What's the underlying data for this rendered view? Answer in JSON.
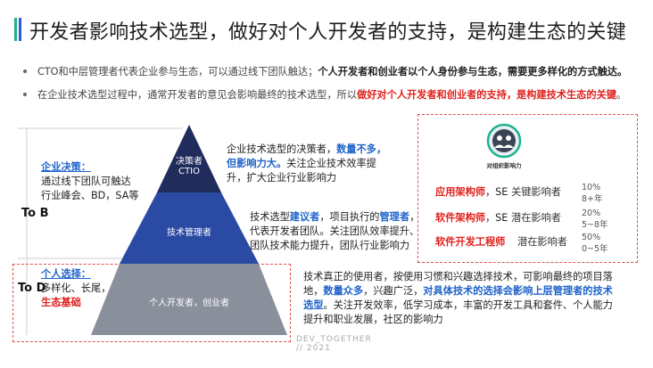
{
  "title": "开发者影响技术选型，做好对个人开发者的支持，是构建生态的关键",
  "bullets": [
    {
      "normal": "CTO和中层管理者代表企业参与生态，可以通过线下团队触达；",
      "bold": "个人开发者和创业者以个人身份参与生态，需要更多样化的方式触达。"
    },
    {
      "normal": "在企业技术选型过程中，通常开发者的意见会影响最终的技术选型，所以",
      "red": "做好对个人开发者和创业者的支持，是构建技术生态的关键",
      "end": "。"
    }
  ],
  "left": {
    "enterprise_title": "企业决策：",
    "enterprise_lines": [
      "通过线下团队可触达",
      "行业峰会、BD，SA等"
    ],
    "tob": "To B",
    "tod": "To D",
    "personal_title": "个人选择：",
    "personal_line": "多样化、长尾，",
    "personal_red": "生态基础"
  },
  "pyramid": {
    "top_line1": "决策者",
    "top_line2": "CTIO",
    "middle": "技术管理者",
    "bottom": "个人开发者，创业者"
  },
  "descriptions": {
    "top": {
      "p1": "企业技术选型的决策者，",
      "blue": "数量不多，",
      "blue2": "但影响力大。",
      "p2": "关注企业技术效率提",
      "p3": "升，扩大企业行业影响力"
    },
    "middle": {
      "p1": "技术选型",
      "blue1": "建议者",
      "p2": "，项目执行的",
      "blue2": "管理者",
      "p3": "，",
      "l2": "代表开发者团队。关注团队效率提升、",
      "l3": "团队技术能力提升，团队行业影响力"
    },
    "bottom": {
      "l1": "技术真正的使用者，按使用习惯和兴趣选择技术，可影响最终的项目落",
      "l2a": "地，",
      "l2blue": "数量众多",
      "l2b": "，兴趣广泛，",
      "l2blue2": "对具体技术的选择会影响上层管理者的技术",
      "l3blue": "选型",
      "l3b": "。关注开发效率，低学习成本，丰富的开发工具和套件、个人能力",
      "l4": "提升和职业发展，社区的影响力"
    }
  },
  "influence": {
    "label": "对组织影响力",
    "rows": [
      {
        "role": "应用架构师",
        "suffix": "，SE",
        "level": "关键影响者",
        "pct": "10%",
        "years": "8+年"
      },
      {
        "role": "软件架构师",
        "suffix": "，SE",
        "level": "潜在影响者",
        "pct": "20%",
        "years": "5~8年"
      },
      {
        "role": "软件开发工程师",
        "suffix": "",
        "level": "潜在影响者",
        "pct": "50%",
        "years": "0~5年"
      }
    ]
  },
  "footer": {
    "line1": "DEV_TOGETHER",
    "line2": "// 2021"
  },
  "colors": {
    "accent_green": "#1ab38b",
    "accent_blue": "#2f5bd6",
    "red": "#e0211d",
    "blue": "#1f63c9",
    "pyramid_top": "#1f2c5c",
    "pyramid_mid": "#2b4aa4",
    "pyramid_bottom": "#8a8f9c"
  }
}
